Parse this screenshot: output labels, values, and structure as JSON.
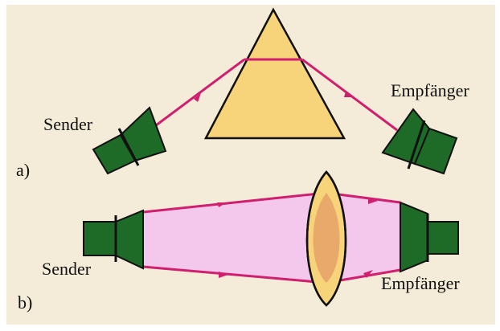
{
  "colors": {
    "background": "#f4ecd8",
    "prism_fill": "#f7d37a",
    "beam_fill": "#f3c8ec",
    "lens_fill": "#e9a96a",
    "horn_fill": "#1e6b28",
    "ray": "#d01f6e",
    "outline": "#111111"
  },
  "panel_a": {
    "label": "a)",
    "sender_label": "Sender",
    "receiver_label": "Empfänger"
  },
  "panel_b": {
    "label": "b)",
    "sender_label": "Sender",
    "receiver_label": "Empfänger"
  }
}
